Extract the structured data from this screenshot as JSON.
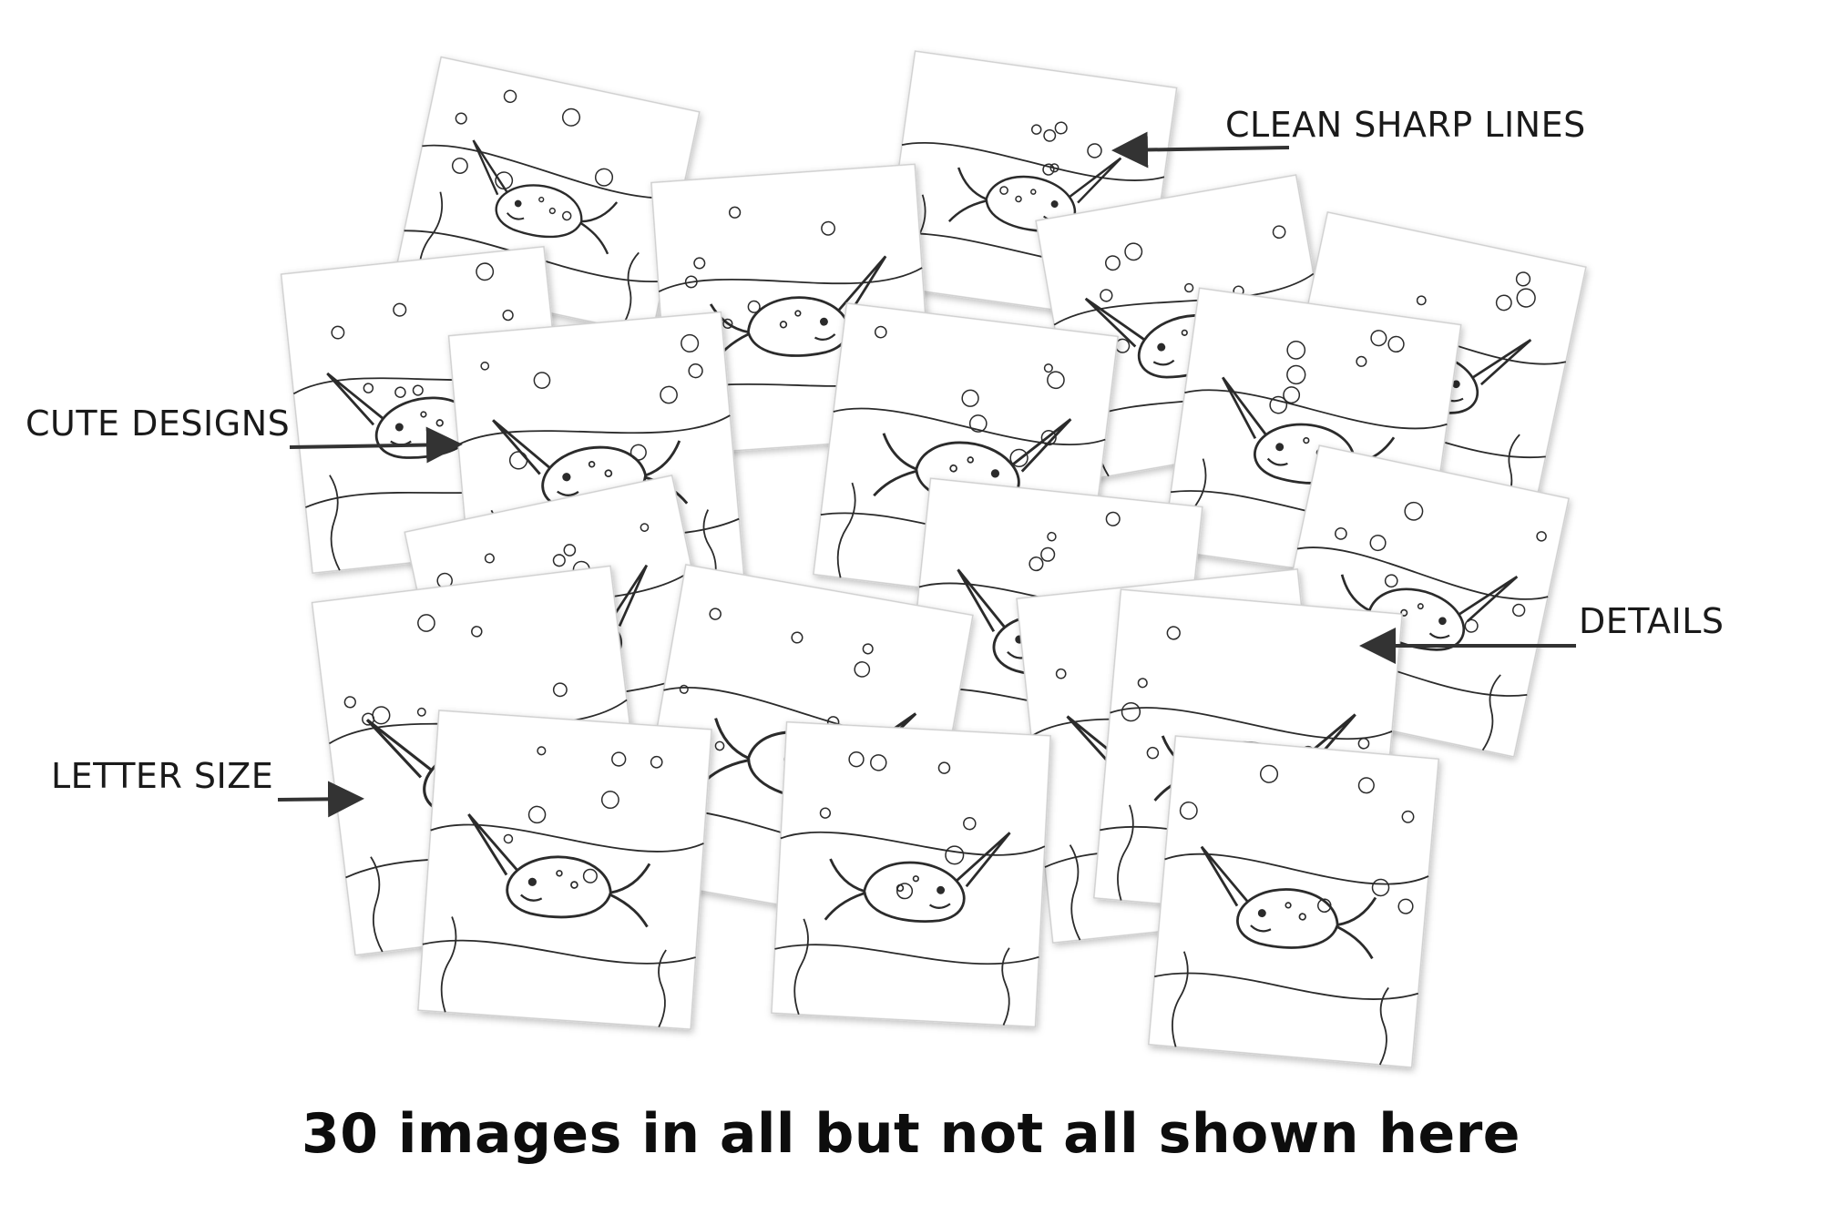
{
  "callouts": {
    "clean_lines": "CLEAN SHARP LINES",
    "cute_designs": "CUTE DESIGNS",
    "details": "DETAILS",
    "letter_size": "LETTER SIZE"
  },
  "caption": "30 images in all but not all shown here",
  "colors": {
    "background": "#ffffff",
    "line_art": "#2b2b2b",
    "text": "#1a1a1a",
    "arrow": "#333333"
  }
}
